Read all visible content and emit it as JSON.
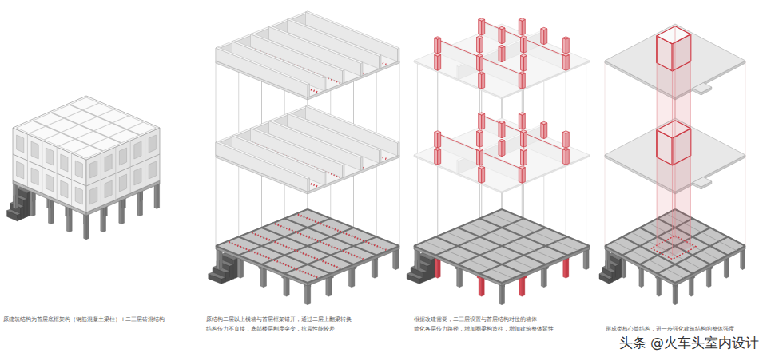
{
  "diagram": {
    "labels": [
      "原建筑结构为首层底框架构（钢筋混凝土梁柱）+二三层砖混结构",
      "原结构二层以上横墙与首层框架错开，通过二层上翻梁转换",
      "结构传力不直接，底部楼层刚度突变，抗震性能较差",
      "根据改建需要，二三层设置与首层结构对位的墙体",
      "简化各层传力路径，增加圈梁构造柱，增加建筑整体延性",
      "形成类核心筒结构，进一步强化建筑结构的整体强度",
      "头条 @火车头室内设计"
    ]
  }
}
